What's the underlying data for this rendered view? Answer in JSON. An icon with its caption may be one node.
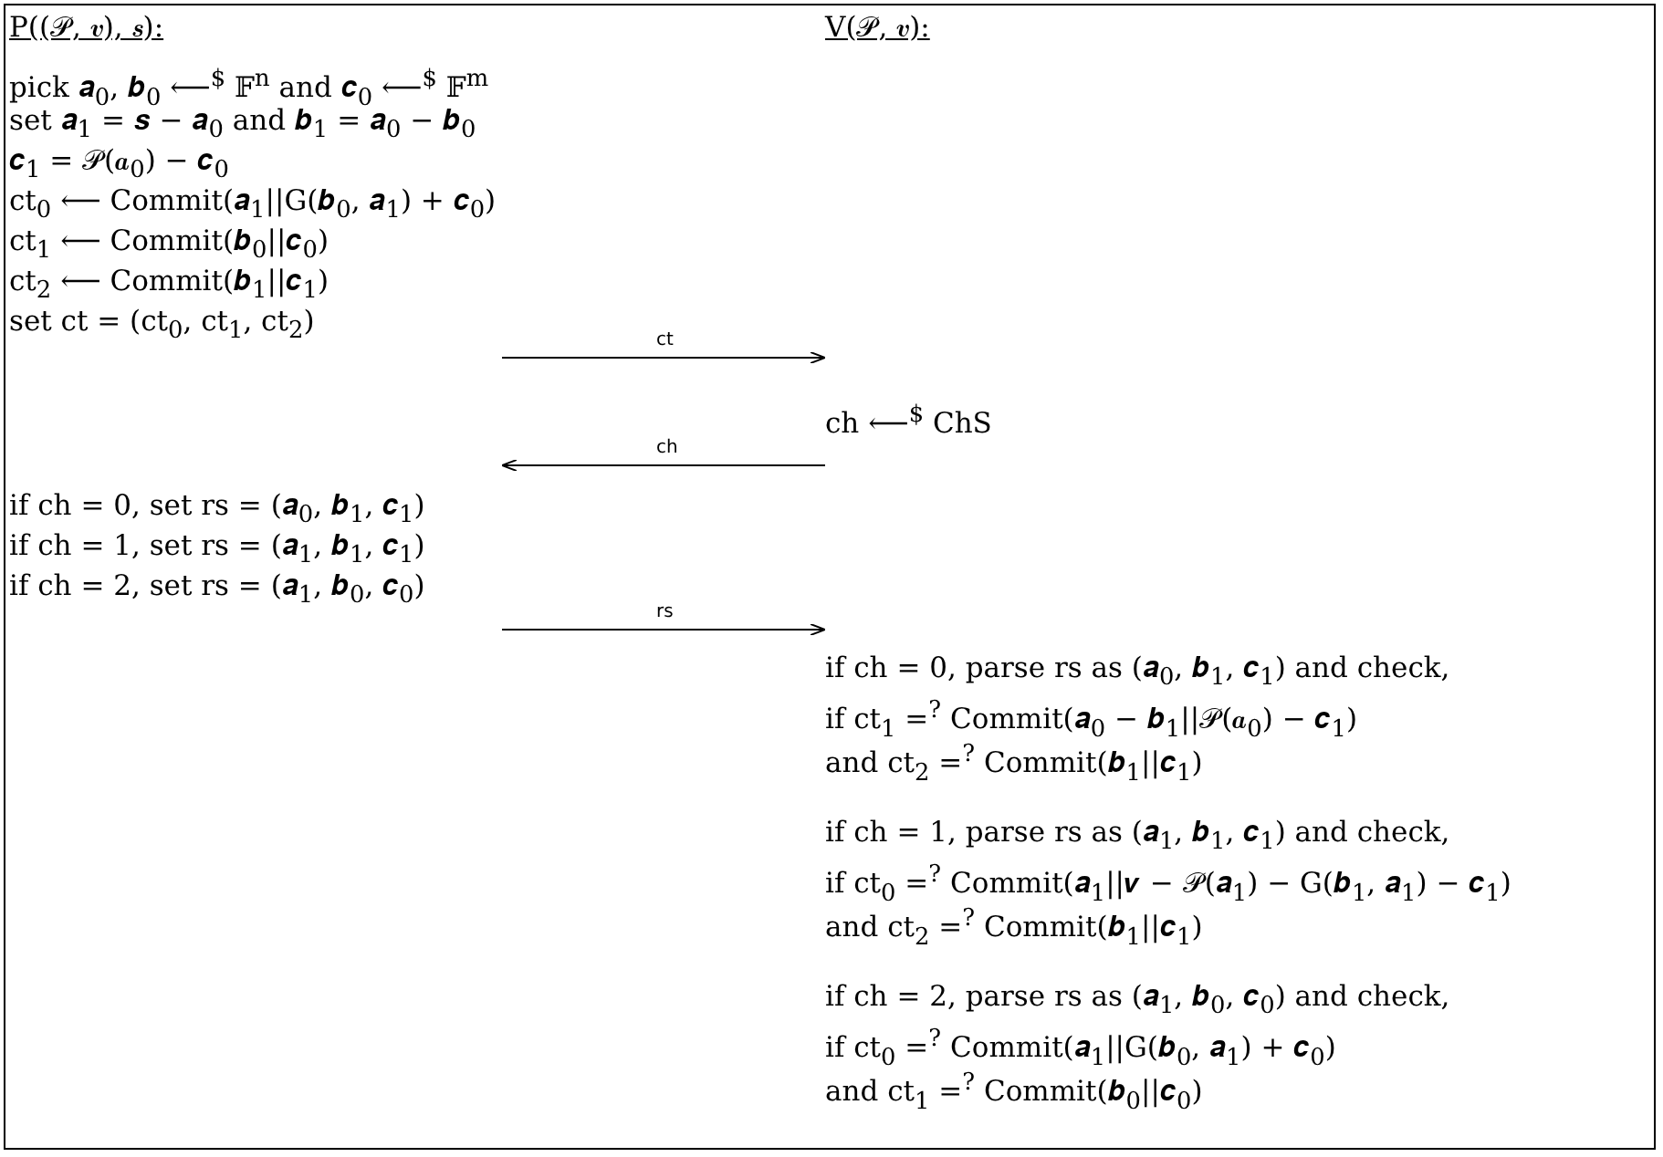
{
  "diagram": {
    "nodes": [
      {
        "text": [
          "P((𝒫, 𝒗), 𝒔):",
          "pick 𝒂$_{0}$, 𝒃$_{0}$ ⟵$^{$}$ 𝔽$^{n}$ and 𝒄$_{0}$ ⟵$^{$}$ 𝔽$^{m}$",
          "set 𝒂$_{1}$ = 𝒔 − 𝒂$_{0}$ and 𝒃$_{1}$ = 𝒂$_{0}$ − 𝒃$_{0}$",
          "𝒄$_{1}$ = 𝒫(𝒂$_{0}$) − 𝒄$_{0}$",
          "ct$_{0}$ ⟵ Commit(𝒂$_{1}$||G(𝒃$_{0}$, 𝒂$_{1}$) + 𝒄$_{0}$)",
          "ct$_{1}$ ⟵ Commit(𝒃$_{0}$||𝒄$_{0}$)",
          "ct$_{2}$ ⟵ Commit(𝒃$_{1}$||𝒄$_{1}$)",
          "set ct = (ct$_{0}$, ct$_{1}$, ct$_{2}$)",
          "if ch = 0, set rs = (𝒂$_{0}$, 𝒃$_{1}$, 𝒄$_{1}$)",
          "if ch = 1, set rs = (𝒂$_{1}$, 𝒃$_{1}$, 𝒄$_{1}$)",
          "if ch = 2, set rs = (𝒂$_{1}$, 𝒃$_{0}$, 𝒄$_{0}$)"
        ]
      },
      {
        "text": [
          "V(𝒫, 𝒗):",
          "ch ⟵$^{$}$ ChS",
          "if ch = 0, parse rs as (𝒂$_{0}$, 𝒃$_{1}$, 𝒄$_{1}$) and check,",
          "if ct$_{1}$ =$^{?}$ Commit(𝒂$_{0}$ − 𝒃$_{1}$||𝒫(𝒂$_{0}$) − 𝒄$_{1}$)",
          "and ct$_{2}$ =$^{?}$ Commit(𝒃$_{1}$||𝒄$_{1}$)",
          "if ch = 1, parse rs as (𝒂$_{1}$, 𝒃$_{1}$, 𝒄$_{1}$) and check,",
          "if ct$_{0}$ =$^{?}$ Commit(𝒂$_{1}$||𝒗 − 𝒫(𝒂$_{1}$) − G(𝒃$_{1}$, 𝒂$_{1}$) − 𝒄$_{1}$)",
          "and ct$_{2}$ =$^{?}$ Commit(𝒃$_{1}$||𝒄$_{1}$)",
          "if ch = 2, parse rs as (𝒂$_{1}$, 𝒃$_{0}$, 𝒄$_{0}$) and check,",
          "if ct$_{0}$ =$^{?}$ Commit(𝒂$_{1}$||G(𝒃$_{0}$, 𝒂$_{1}$) + 𝒄$_{0}$)",
          "and ct$_{1}$ =$^{?}$ Commit(𝒃$_{0}$||𝒄$_{0}$)"
        ]
      }
    ],
    "edges": [
      {
        "from": 0,
        "to": 1,
        "arrow": "to",
        "label": "ct"
      },
      {
        "from": 1,
        "to": 0,
        "arrow": "to",
        "label": "ch"
      },
      {
        "from": 0,
        "to": 1,
        "arrow": "to",
        "label": "rs"
      }
    ]
  }
}
